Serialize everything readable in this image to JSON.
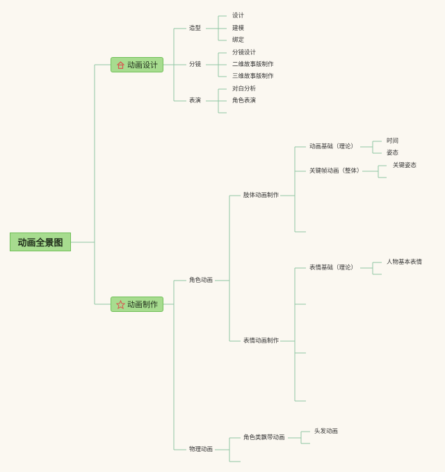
{
  "root": "动画全景图",
  "level1": {
    "design": "动画设计",
    "production": "动画制作"
  },
  "icons": {
    "design": "house-icon",
    "production": "star-icon"
  },
  "design": {
    "modeling": "造型",
    "modeling_items": [
      "设计",
      "建模",
      "绑定"
    ],
    "storyboard": "分镜",
    "storyboard_items": [
      "分镜设计",
      "二维故事版制作",
      "三维故事版制作"
    ],
    "acting": "表演",
    "acting_items": [
      "对白分析",
      "角色表演"
    ]
  },
  "production": {
    "character_animation": "角色动画",
    "body_animation": "肢体动画制作",
    "body_basics": "动画基础（理论）",
    "body_basics_items": [
      "时间",
      "姿态"
    ],
    "keyframe": "关键帧动画（整体）",
    "keyframe_items": [
      "关键姿态"
    ],
    "facial_animation": "表情动画制作",
    "facial_basics": "表情基础（理论）",
    "facial_basics_items": [
      "人物基本表情"
    ],
    "physics_animation": "物理动画",
    "attached": "角色类飘带动画",
    "attached_items": [
      "头发动画"
    ]
  },
  "colors": {
    "background": "#fbf8f1",
    "node_fill": "#a7dc8f",
    "node_border": "#6fbf57",
    "connector": "#8fc6a2",
    "icon_accent": "#d9534f"
  }
}
